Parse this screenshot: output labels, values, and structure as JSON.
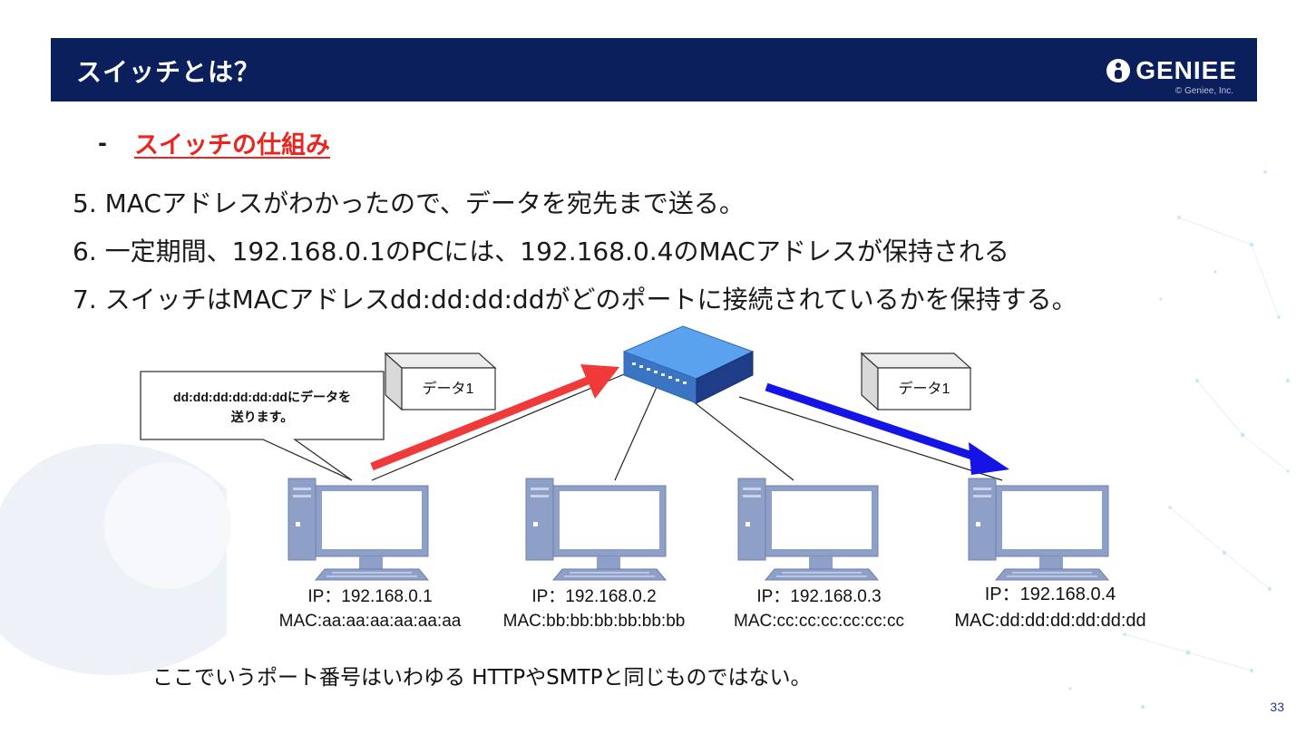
{
  "header": {
    "title": "スイッチとは？",
    "logo_text": "GENIEE",
    "copyright": "© Geniee, Inc."
  },
  "subheading": {
    "bullet": "-",
    "text": "スイッチの仕組み"
  },
  "steps": [
    "5. MACアドレスがわかったので、データを宛先まで送る。",
    "6. 一定期間、192.168.0.1のPCには、192.168.0.4のMACアドレスが保持される",
    "7. スイッチはMACアドレスdd:dd:dd:ddがどのポートに接続されているかを保持する。"
  ],
  "diagram": {
    "callout_line1": "dd:dd:dd:dd:dd:ddにデータを",
    "callout_line2": "送ります。",
    "packet_left": "データ1",
    "packet_right": "データ1",
    "pcs": [
      {
        "ip": "IP：192.168.0.1",
        "mac": "MAC:aa:aa:aa:aa:aa:aa"
      },
      {
        "ip": "IP：192.168.0.2",
        "mac": "MAC:bb:bb:bb:bb:bb:bb"
      },
      {
        "ip": "IP：192.168.0.3",
        "mac": "MAC:cc:cc:cc:cc:cc:cc"
      },
      {
        "ip": "IP：192.168.0.4",
        "mac": "MAC:dd:dd:dd:dd:dd:dd"
      }
    ],
    "colors": {
      "send_arrow": "#f03a3a",
      "forward_arrow": "#1414e6",
      "pc_body": "#8fa0c8",
      "switch_top": "#5aa2ee"
    }
  },
  "footnote": "ここでいうポート番号はいわゆる HTTPやSMTPと同じものではない。",
  "page_number": "33"
}
